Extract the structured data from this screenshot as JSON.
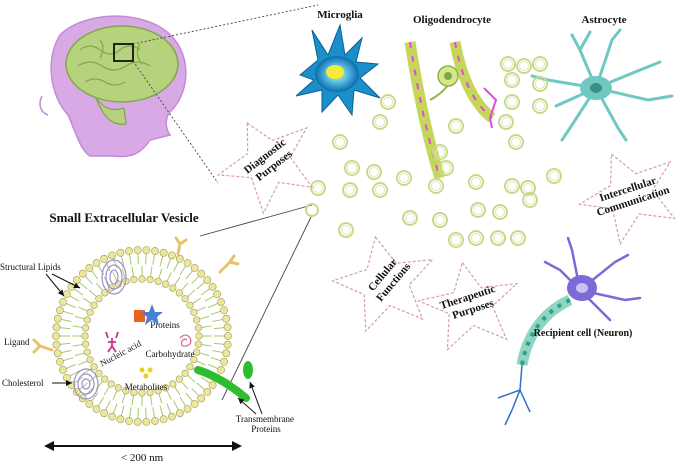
{
  "cells": {
    "microglia": "Microglia",
    "oligodendrocyte": "Oligodendrocyte",
    "astrocyte": "Astrocyte",
    "recipient": "Recipient cell (Neuron)"
  },
  "stars": {
    "diagnostic": [
      "Diagnostic",
      "Purposes"
    ],
    "cellular": [
      "Cellular",
      "Functions"
    ],
    "therapeutic": [
      "Therapeutic",
      "Purposes"
    ],
    "intercellular": [
      "Intercellular",
      "Communication"
    ]
  },
  "vesicle": {
    "title": "Small Extracellular Vesicle",
    "structural_lipids": "Structural Lipids",
    "ligand": "Ligand",
    "cholesterol": "Cholesterol",
    "proteins": "Proteins",
    "nucleic_acid": "Nucleic acid",
    "carbohydrate": "Carbohydrate",
    "metabolites": "Metabolites",
    "transmembrane": [
      "Transmembrane",
      "Proteins"
    ],
    "size": "< 200  nm"
  },
  "colors": {
    "vesicle_ring": "#c9d98c",
    "lipid_head": "#ece79a",
    "lipid_tail": "#a7c96a",
    "brain": "#b7d27c",
    "head": "#d9a9e6",
    "microglia": "#1a8fc9",
    "astrocyte": "#6fc9c2",
    "neuron": "#7c6ad9",
    "protein_green": "#2ebd2e",
    "protein_orange": "#e8641b",
    "star_blue": "#4a7fd6"
  }
}
